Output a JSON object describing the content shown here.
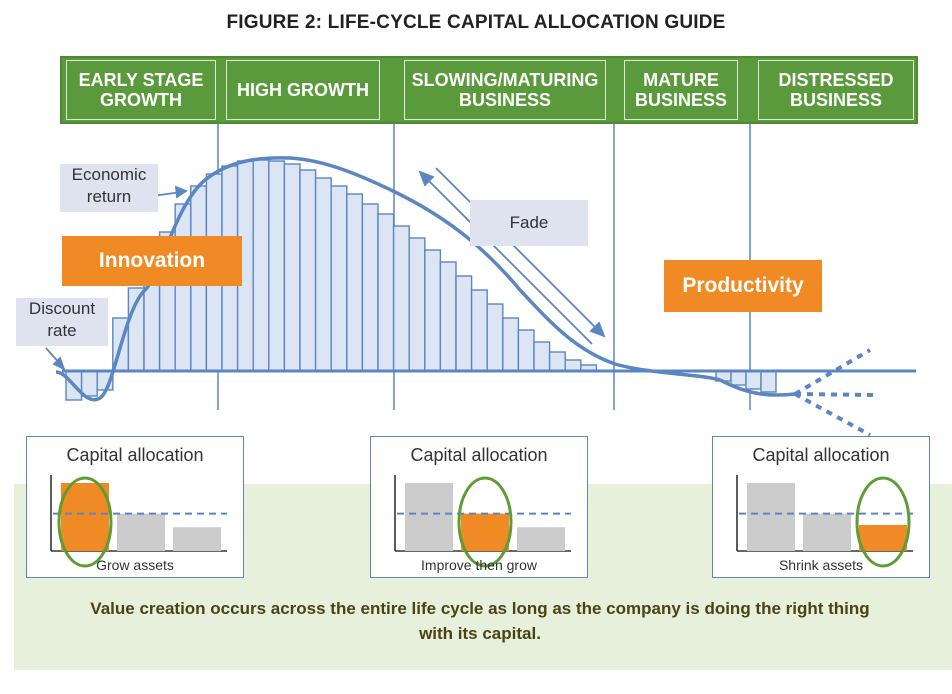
{
  "figure": {
    "title": "FIGURE 2: LIFE-CYCLE CAPITAL ALLOCATION GUIDE",
    "footer": "Value creation occurs across the entire life cycle as long as the company is doing the right thing with its capital."
  },
  "stages": [
    {
      "label": "EARLY STAGE GROWTH"
    },
    {
      "label": "HIGH GROWTH"
    },
    {
      "label": "SLOWING/MATURING BUSINESS"
    },
    {
      "label": "MATURE BUSINESS"
    },
    {
      "label": "DISTRESSED BUSINESS"
    }
  ],
  "annotations": {
    "economic_return": "Economic return",
    "discount_rate": "Discount rate",
    "fade": "Fade",
    "innovation": "Innovation",
    "productivity": "Productivity"
  },
  "capital_panels": [
    {
      "title": "Capital allocation",
      "caption": "Grow assets",
      "highlighted_bar": 1,
      "levels": [
        1.0,
        0.55,
        0.35
      ]
    },
    {
      "title": "Capital allocation",
      "caption": "Improve then grow",
      "highlighted_bar": 2,
      "levels": [
        1.0,
        0.55,
        0.35
      ]
    },
    {
      "title": "Capital allocation",
      "caption": "Shrink assets",
      "highlighted_bar": 3,
      "levels": [
        1.0,
        0.55,
        0.35
      ]
    }
  ],
  "colors": {
    "stage_green": "#5b9a3c",
    "curve_blue": "#5b86c2",
    "bar_fill": "#dbe5f3",
    "accent_orange": "#f08a24",
    "highlight_ring": "#5f9c35",
    "panel_bar_grey": "#cccccc",
    "caption_bg": "#dfe3ef",
    "bottom_band": "#e7f0da"
  }
}
